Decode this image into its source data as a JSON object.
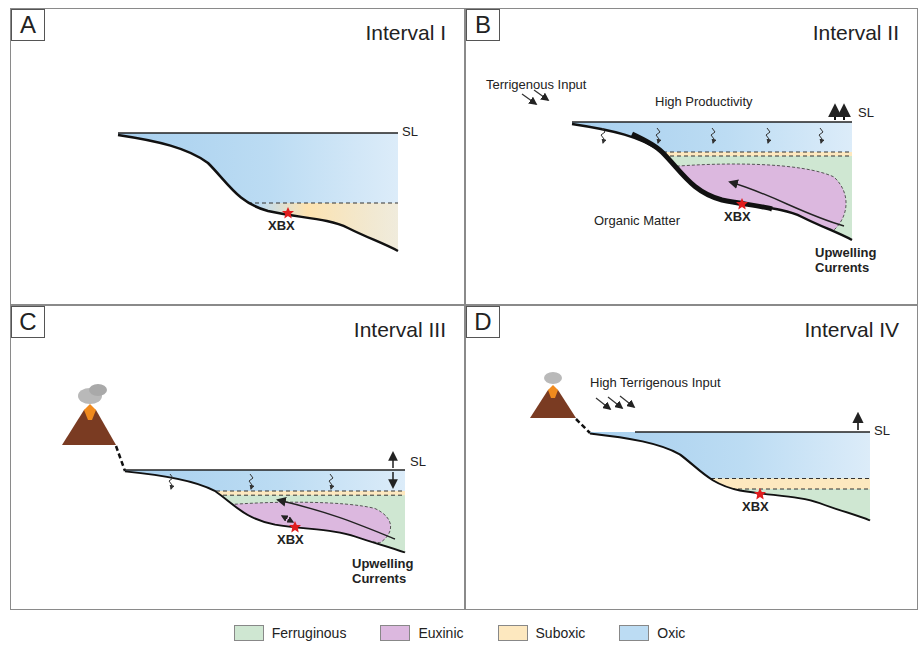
{
  "diagram": {
    "nodes": [
      {
        "text": [
          "Interval I"
        ]
      },
      {
        "text": [
          "A"
        ],
        "in": 0
      },
      {
        "text": [
          "Interval II"
        ]
      },
      {
        "text": [
          "B"
        ],
        "in": 2
      },
      {
        "text": [
          "Interval III"
        ]
      },
      {
        "text": [
          "C"
        ],
        "in": 4
      },
      {
        "text": [
          "Interval IV"
        ]
      },
      {
        "text": [
          "D"
        ],
        "in": 6
      }
    ],
    "labels": [
      "SL",
      "XBX",
      "Terrigenous Input",
      "High Productivity",
      "SL",
      "Organic Matter",
      "XBX",
      "Upwelling Currents",
      "SL",
      "XBX",
      "Upwelling Currents",
      "High Terrigenous Input",
      "SL",
      "XBX"
    ],
    "legend": [
      {
        "text": "Ferruginous",
        "color": "#cfe7d2"
      },
      {
        "text": "Euxinic",
        "color": "#dcb8df"
      },
      {
        "text": "Suboxic",
        "color": "#fde8bf"
      },
      {
        "text": "Oxic",
        "color": "#bcdcf3"
      }
    ]
  }
}
